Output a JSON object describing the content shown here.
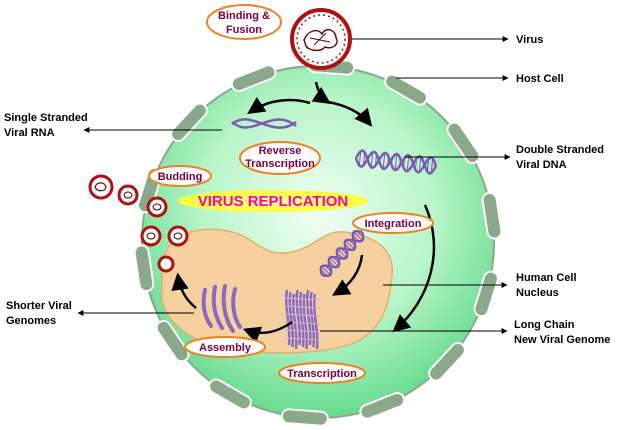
{
  "title": "VIRUS REPLICATION",
  "steps": {
    "binding": [
      "Binding &",
      "Fusion"
    ],
    "reverse": [
      "Reverse",
      "Transcription"
    ],
    "budding": "Budding",
    "integration": "Integration",
    "assembly": "Assembly",
    "transcription": "Transcription"
  },
  "labels": {
    "virus": "Virus",
    "host_cell": "Host Cell",
    "single_rna": [
      "Single Stranded",
      "Viral RNA"
    ],
    "double_dna": [
      "Double Stranded",
      "Viral DNA"
    ],
    "nucleus": [
      "Human Cell",
      "Nucleus"
    ],
    "shorter": [
      "Shorter Viral",
      "Genomes"
    ],
    "long_chain": [
      "Long Chain",
      "New Viral Genome"
    ]
  },
  "colors": {
    "cell_fill": "#b8f5c8",
    "cell_core": "#e8fff0",
    "membrane_segment": "#8aa88a",
    "nucleus_fill": "#f7d0a0",
    "rna_strand": "#7a5ab5",
    "title_highlight": "#ffff66",
    "title_text": "#ff00aa",
    "step_oval_border": "#f08020",
    "virus_ring": "#b01010"
  }
}
